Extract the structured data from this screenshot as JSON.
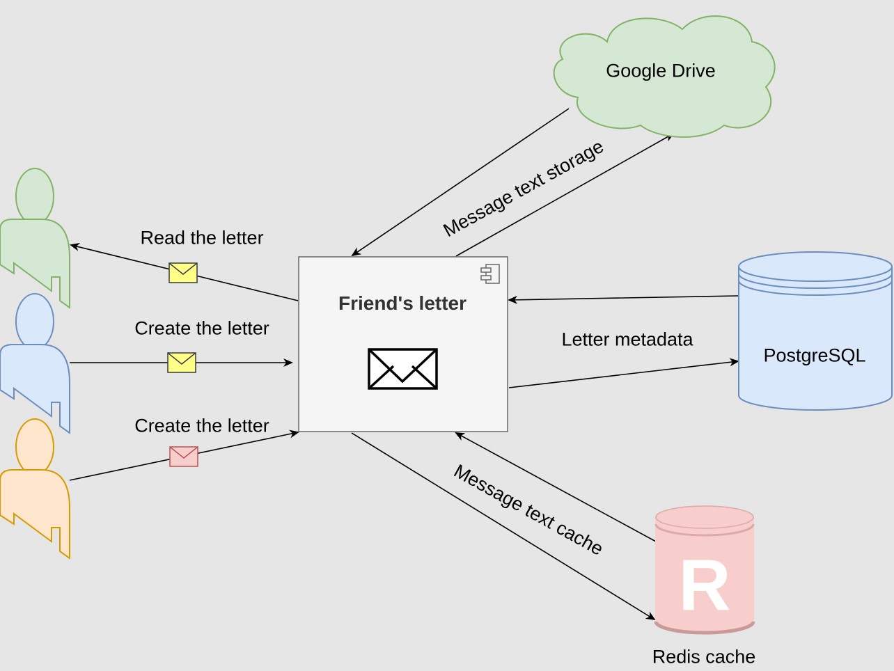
{
  "component": {
    "title": "Friend's letter",
    "icon": "envelope-icon",
    "component_icon": "component-icon"
  },
  "storage": {
    "drive": {
      "label": "Google Drive",
      "fill": "#d5e8d4",
      "stroke": "#82b366"
    },
    "postgres": {
      "label": "PostgreSQL",
      "fill": "#dae8fc",
      "stroke": "#6c8ebf"
    },
    "redis": {
      "label": "Redis cache",
      "logo_letter": "R",
      "fill": "#f8cecc",
      "stroke": "#b85450"
    }
  },
  "edges": {
    "read": "Read the letter",
    "create1": "Create the letter",
    "create2": "Create the letter",
    "storage": "Message text storage",
    "metadata": "Letter metadata",
    "cache": "Message text cache"
  },
  "users": [
    {
      "name": "user-green",
      "fill": "#d5e8d4",
      "stroke": "#82b366"
    },
    {
      "name": "user-blue",
      "fill": "#dae8fc",
      "stroke": "#6c8ebf"
    },
    {
      "name": "user-orange",
      "fill": "#ffe6cc",
      "stroke": "#d79b00"
    }
  ],
  "messages": [
    {
      "name": "message-yellow-read",
      "fill": "#ffff88",
      "stroke": "#36393d"
    },
    {
      "name": "message-yellow-create",
      "fill": "#ffff88",
      "stroke": "#36393d"
    },
    {
      "name": "message-red-create",
      "fill": "#f8cecc",
      "stroke": "#b85450"
    }
  ]
}
